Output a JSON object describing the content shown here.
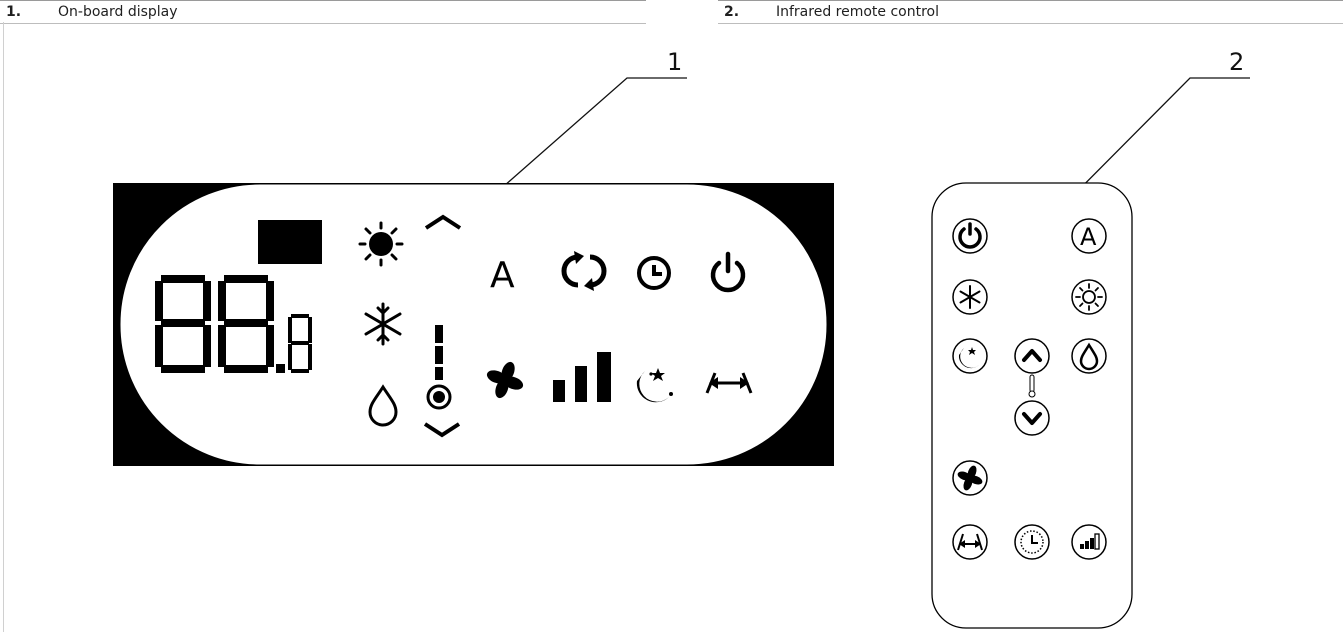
{
  "captions": [
    {
      "number": "1.",
      "text": "On-board display"
    },
    {
      "number": "2.",
      "text": "Infrared remote control"
    }
  ],
  "callouts": [
    "1",
    "2"
  ],
  "display": {
    "digits": "88.8",
    "mode_letter": "A"
  },
  "remote": {
    "auto_letter": "A"
  }
}
